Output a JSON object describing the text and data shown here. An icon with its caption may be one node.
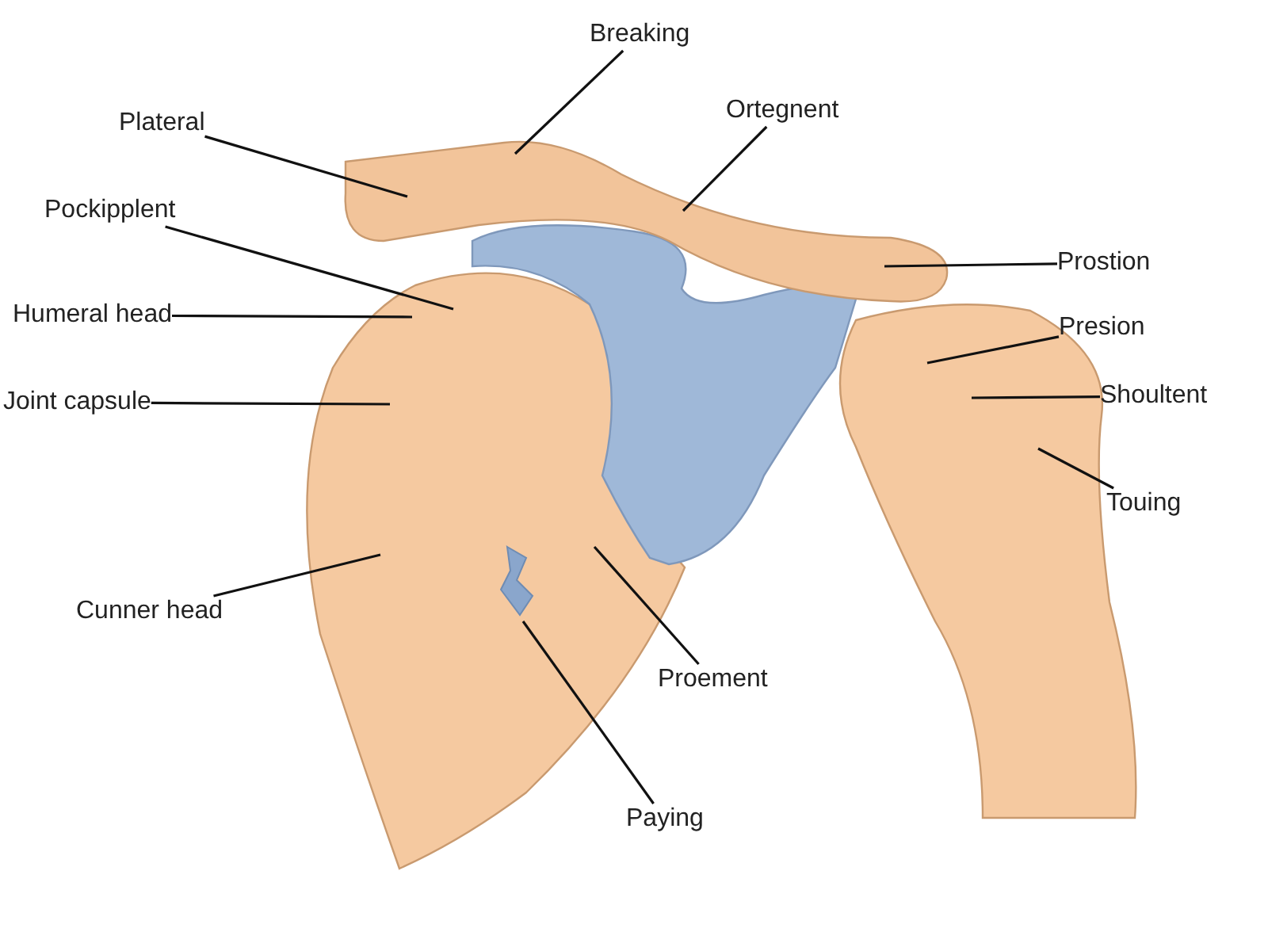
{
  "diagram": {
    "nodes": [
      {
        "text": [
          "Breaking"
        ]
      },
      {
        "text": [
          "Plateral"
        ]
      },
      {
        "text": [
          "Ortegnent"
        ]
      },
      {
        "text": [
          "Pockipplent"
        ]
      },
      {
        "text": [
          "Prostion"
        ]
      },
      {
        "text": [
          "Humeral head"
        ]
      },
      {
        "text": [
          "Presion"
        ]
      },
      {
        "text": [
          "Joint capsule"
        ]
      },
      {
        "text": [
          "Shoultent"
        ]
      },
      {
        "text": [
          "Touing"
        ]
      },
      {
        "text": [
          "Cunner head"
        ]
      },
      {
        "text": [
          "Proement"
        ]
      },
      {
        "text": [
          "Paying"
        ]
      }
    ],
    "edges": [
      {
        "from": 0,
        "to": null,
        "arrow": "none"
      },
      {
        "from": 1,
        "to": null,
        "arrow": "none"
      },
      {
        "from": 2,
        "to": null,
        "arrow": "none"
      },
      {
        "from": 3,
        "to": null,
        "arrow": "none"
      },
      {
        "from": 4,
        "to": null,
        "arrow": "none"
      },
      {
        "from": 5,
        "to": null,
        "arrow": "none"
      },
      {
        "from": 6,
        "to": null,
        "arrow": "none"
      },
      {
        "from": 7,
        "to": null,
        "arrow": "none"
      },
      {
        "from": 8,
        "to": null,
        "arrow": "none"
      },
      {
        "from": 9,
        "to": null,
        "arrow": "none"
      },
      {
        "from": 10,
        "to": null,
        "arrow": "none"
      },
      {
        "from": 11,
        "to": null,
        "arrow": "none"
      },
      {
        "from": 12,
        "to": null,
        "arrow": "none"
      }
    ]
  }
}
